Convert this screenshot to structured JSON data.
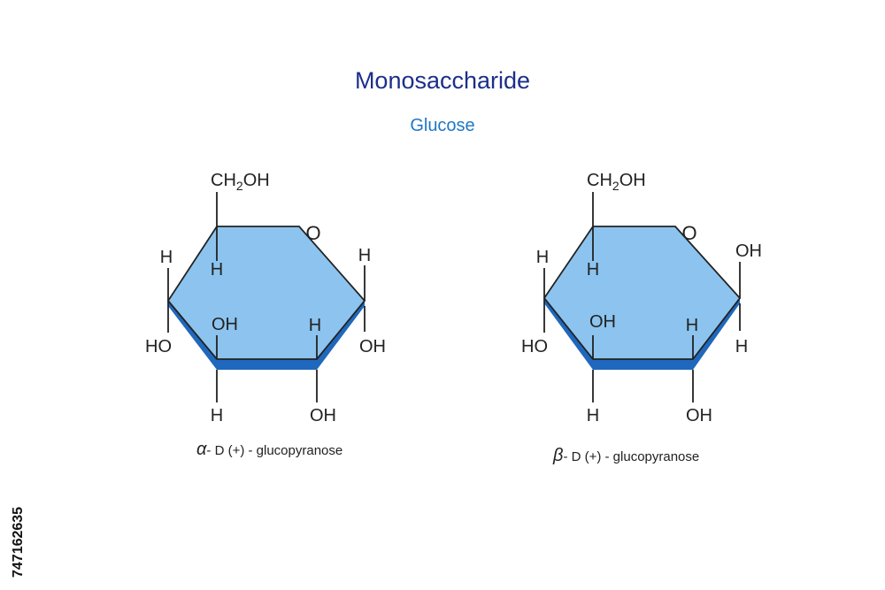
{
  "title": "Monosaccharide",
  "subtitle": "Glucose",
  "stock_id": "747162635",
  "colors": {
    "title": "#1c2f8a",
    "subtitle": "#1f77c4",
    "ring_fill": "#8cc4ef",
    "ring_edge": "#1f68bd",
    "bond": "#222222"
  },
  "structures": [
    {
      "ring_oxygen": "O",
      "ch2oh": {
        "main": "CH",
        "sub": "2",
        "end": "OH"
      },
      "c5_h": "H",
      "c4_top": "H",
      "c4_bottom": "HO",
      "c3_top": "OH",
      "c3_bottom": "H",
      "c2_top": "H",
      "c2_bottom": "OH",
      "c1_top": "H",
      "c1_bottom": "OH",
      "anomer_symbol": "α",
      "caption": "- D (+) - glucopyranose"
    },
    {
      "ring_oxygen": "O",
      "ch2oh": {
        "main": "CH",
        "sub": "2",
        "end": "OH"
      },
      "c5_h": "H",
      "c4_top": "H",
      "c4_bottom": "HO",
      "c3_top": "OH",
      "c3_bottom": "H",
      "c2_top": "H",
      "c2_bottom": "OH",
      "c1_top": "OH",
      "c1_bottom": "H",
      "anomer_symbol": "β",
      "caption": "- D (+) - glucopyranose"
    }
  ]
}
